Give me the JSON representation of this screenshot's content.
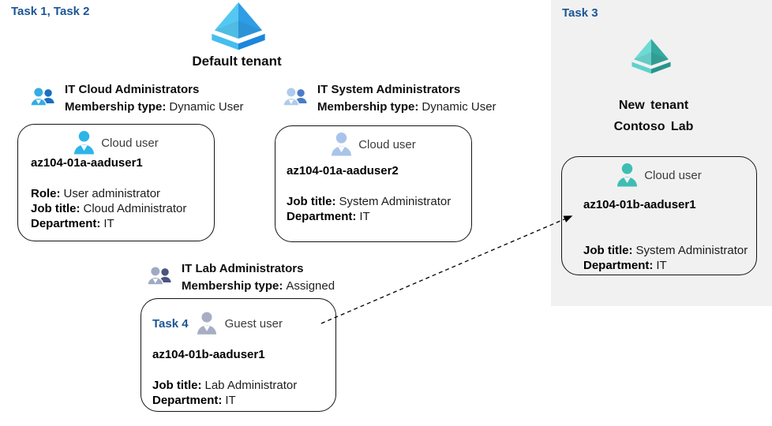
{
  "labels": {
    "task_left": "Task 1, Task 2",
    "task_right": "Task 3",
    "task_card": "Task 4"
  },
  "tenants": {
    "default_tenant": {
      "title": "Default tenant"
    },
    "new_tenant": {
      "line1": "New tenant",
      "line2": "Contoso Lab"
    }
  },
  "groups": [
    {
      "name": "IT Cloud Administrators",
      "membership_label": "Membership type:",
      "membership_value": "Dynamic User"
    },
    {
      "name": "IT System Administrators",
      "membership_label": "Membership type:",
      "membership_value": "Dynamic User"
    },
    {
      "name": "IT Lab Administrators",
      "membership_label": "Membership type:",
      "membership_value": "Assigned"
    }
  ],
  "cards": [
    {
      "type_label": "Cloud user",
      "name": "az104-01a-aaduser1",
      "fields": [
        {
          "label": "Role:",
          "value": "User administrator"
        },
        {
          "label": "Job title:",
          "value": "Cloud Administrator"
        },
        {
          "label": "Department:",
          "value": "IT"
        }
      ]
    },
    {
      "type_label": "Cloud user",
      "name": "az104-01a-aaduser2",
      "fields": [
        {
          "label": "Job title:",
          "value": "System Administrator"
        },
        {
          "label": "Department:",
          "value": "IT"
        }
      ]
    },
    {
      "task_label": "Task 4",
      "type_label": "Guest user",
      "name": "az104-01b-aaduser1",
      "fields": [
        {
          "label": "Job title:",
          "value": "Lab Administrator"
        },
        {
          "label": "Department:",
          "value": "IT"
        }
      ]
    },
    {
      "type_label": "Cloud user",
      "name": "az104-01b-aaduser1",
      "fields": [
        {
          "label": "Job title:",
          "value": "System Administrator"
        },
        {
          "label": "Department:",
          "value": "IT"
        }
      ]
    }
  ],
  "icons": {
    "tenant_blue": "azure-ad-pyramid-icon",
    "tenant_teal": "azure-ad-pyramid-icon-teal",
    "group": "two-users-icon",
    "user": "person-icon"
  },
  "palette": {
    "task_label_blue": "#1B5596",
    "panel_bg": "#F1F1F1",
    "tenant_blue_left": "#54C8F2",
    "tenant_blue_right": "#2F9DE6",
    "tenant_blue_rim_left": "#45BEEF",
    "tenant_blue_rim_right": "#1C86DC",
    "tenant_teal_left": "#6FDAD4",
    "tenant_teal_right": "#35A89F",
    "tenant_teal_rim_left": "#5FD2CB",
    "tenant_teal_rim_right": "#27948B",
    "group1_front": "#35ACE4",
    "group1_back": "#1A6FC0",
    "group2_front": "#AECBEC",
    "group2_back": "#4A7CC7",
    "group3_front": "#A0A9C4",
    "group3_back": "#4A5480",
    "user_cyan": "#2CB5E9",
    "user_steel": "#A9C4EA",
    "user_gray": "#A7AEC4",
    "user_teal": "#3FBDB4",
    "arrow": "#000000",
    "card_border": "#141414"
  }
}
